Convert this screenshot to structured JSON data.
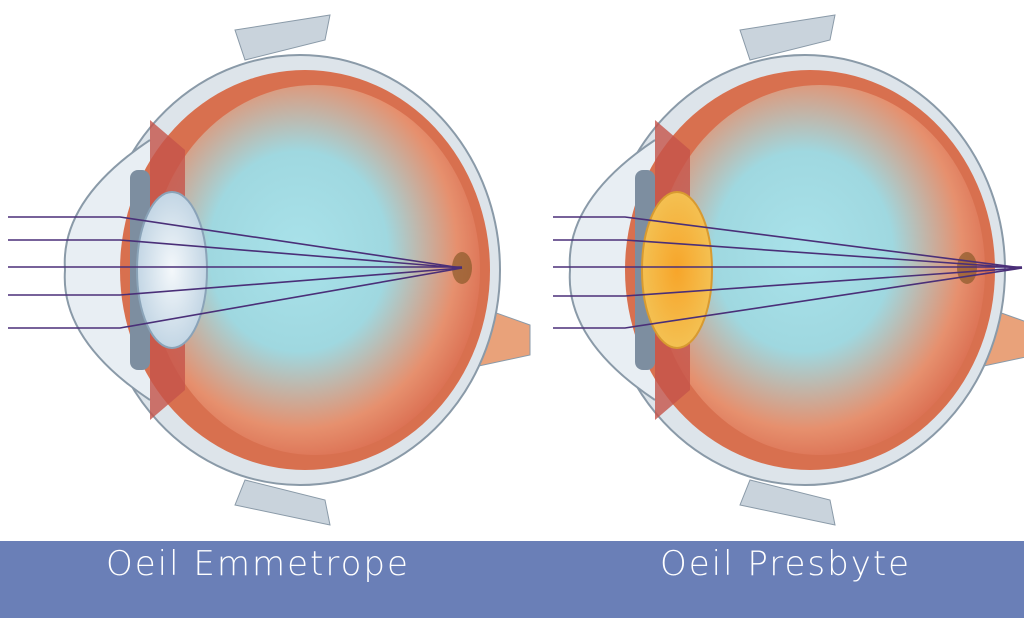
{
  "labels": {
    "left": "Oeil Emmetrope",
    "right": "Oeil Presbyte"
  },
  "colors": {
    "banner": "#6a7fb7",
    "lens_normal": "#dfe9f3",
    "lens_presbyopic": "#f5b33a",
    "rays": "#5a3a8a"
  },
  "ray_count": 5
}
